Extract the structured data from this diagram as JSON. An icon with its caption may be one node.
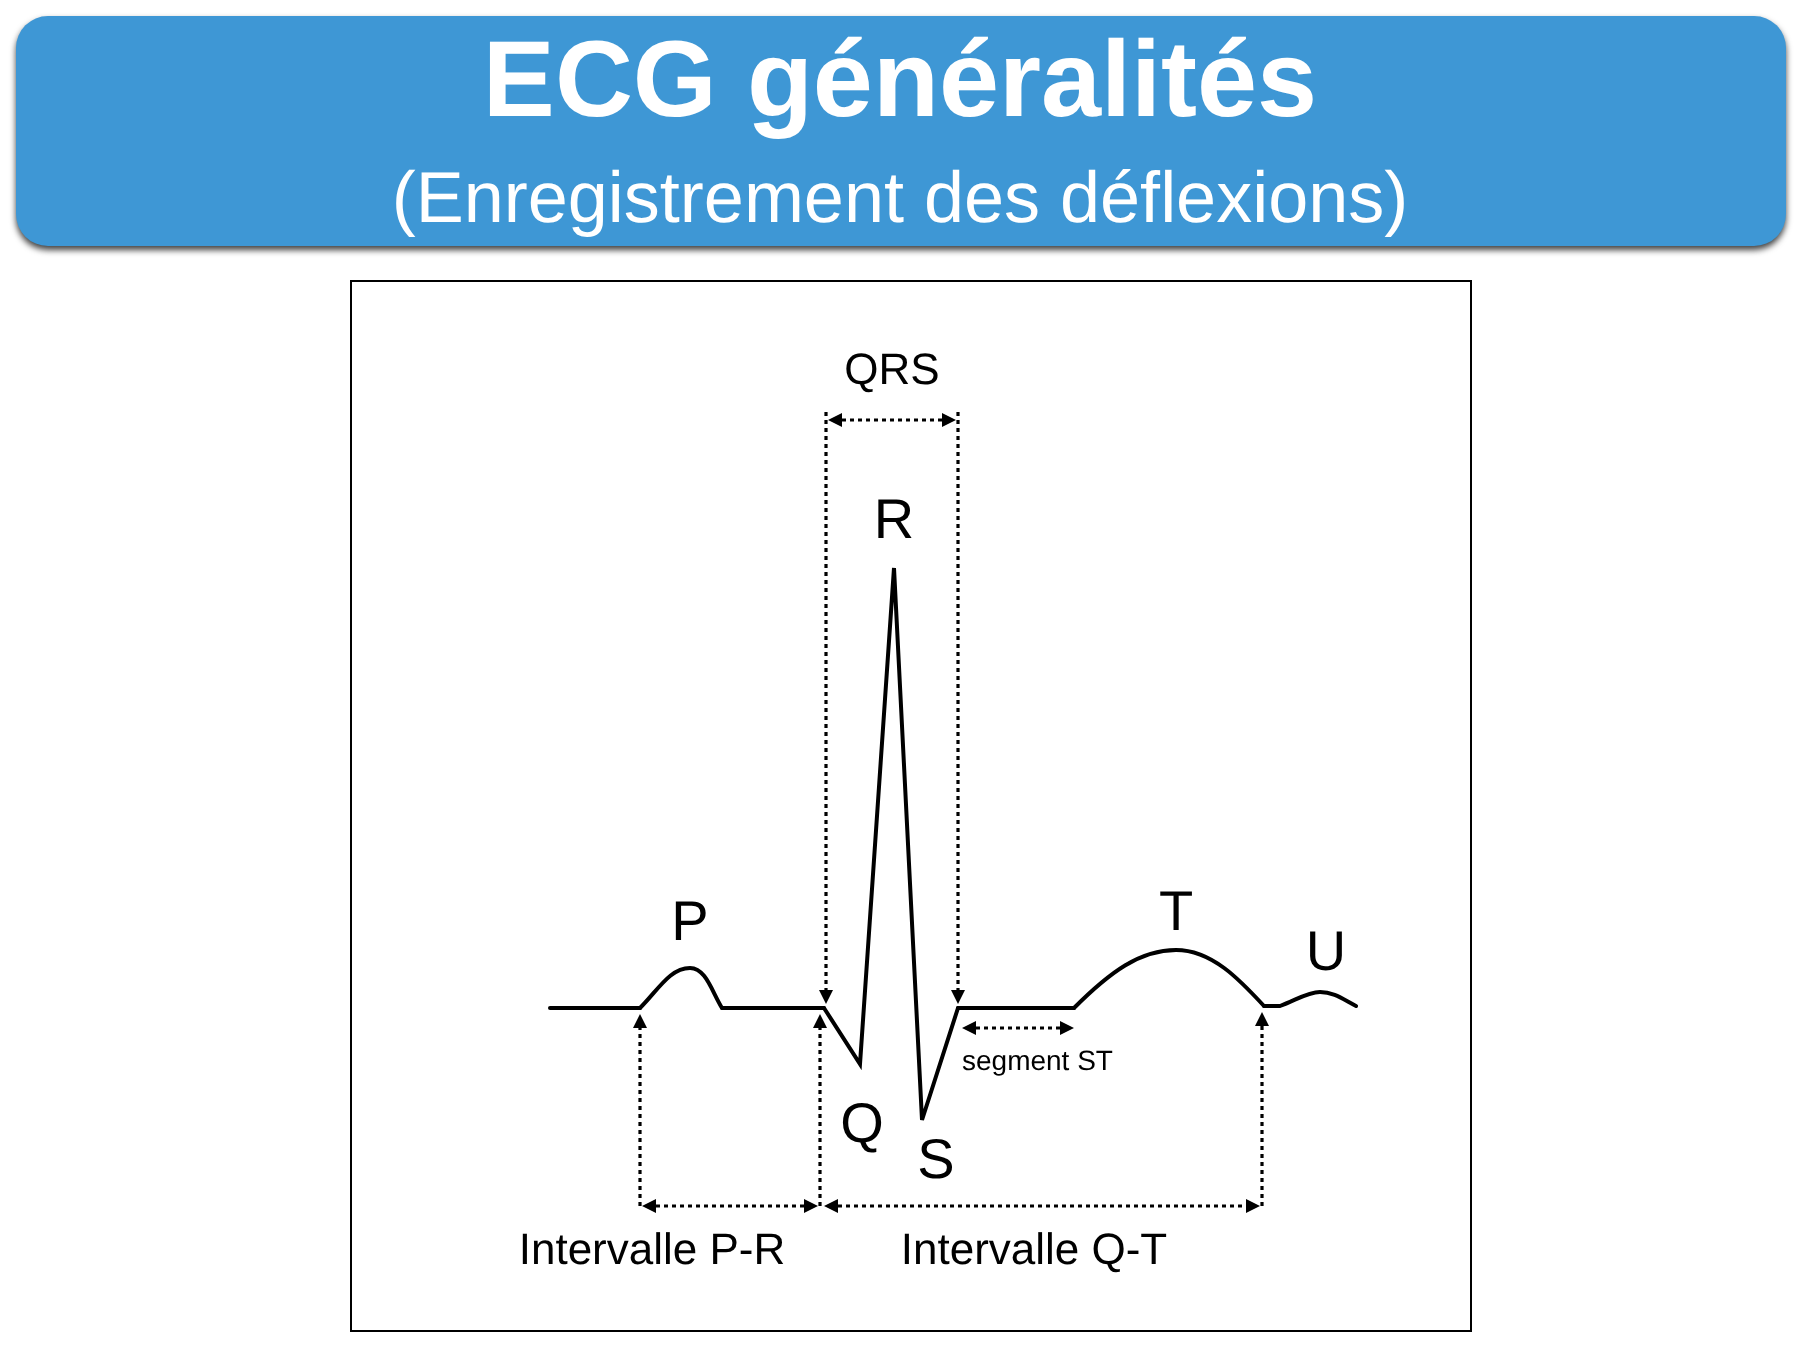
{
  "diagram": {
    "title": "ECG généralités",
    "labels": [
      "(Enregistrement des déflexions)",
      "QRS",
      "R",
      "P",
      "T",
      "U",
      "segment ST",
      "Q",
      "S",
      "Intervalle P-R",
      "Intervalle Q-T"
    ]
  }
}
